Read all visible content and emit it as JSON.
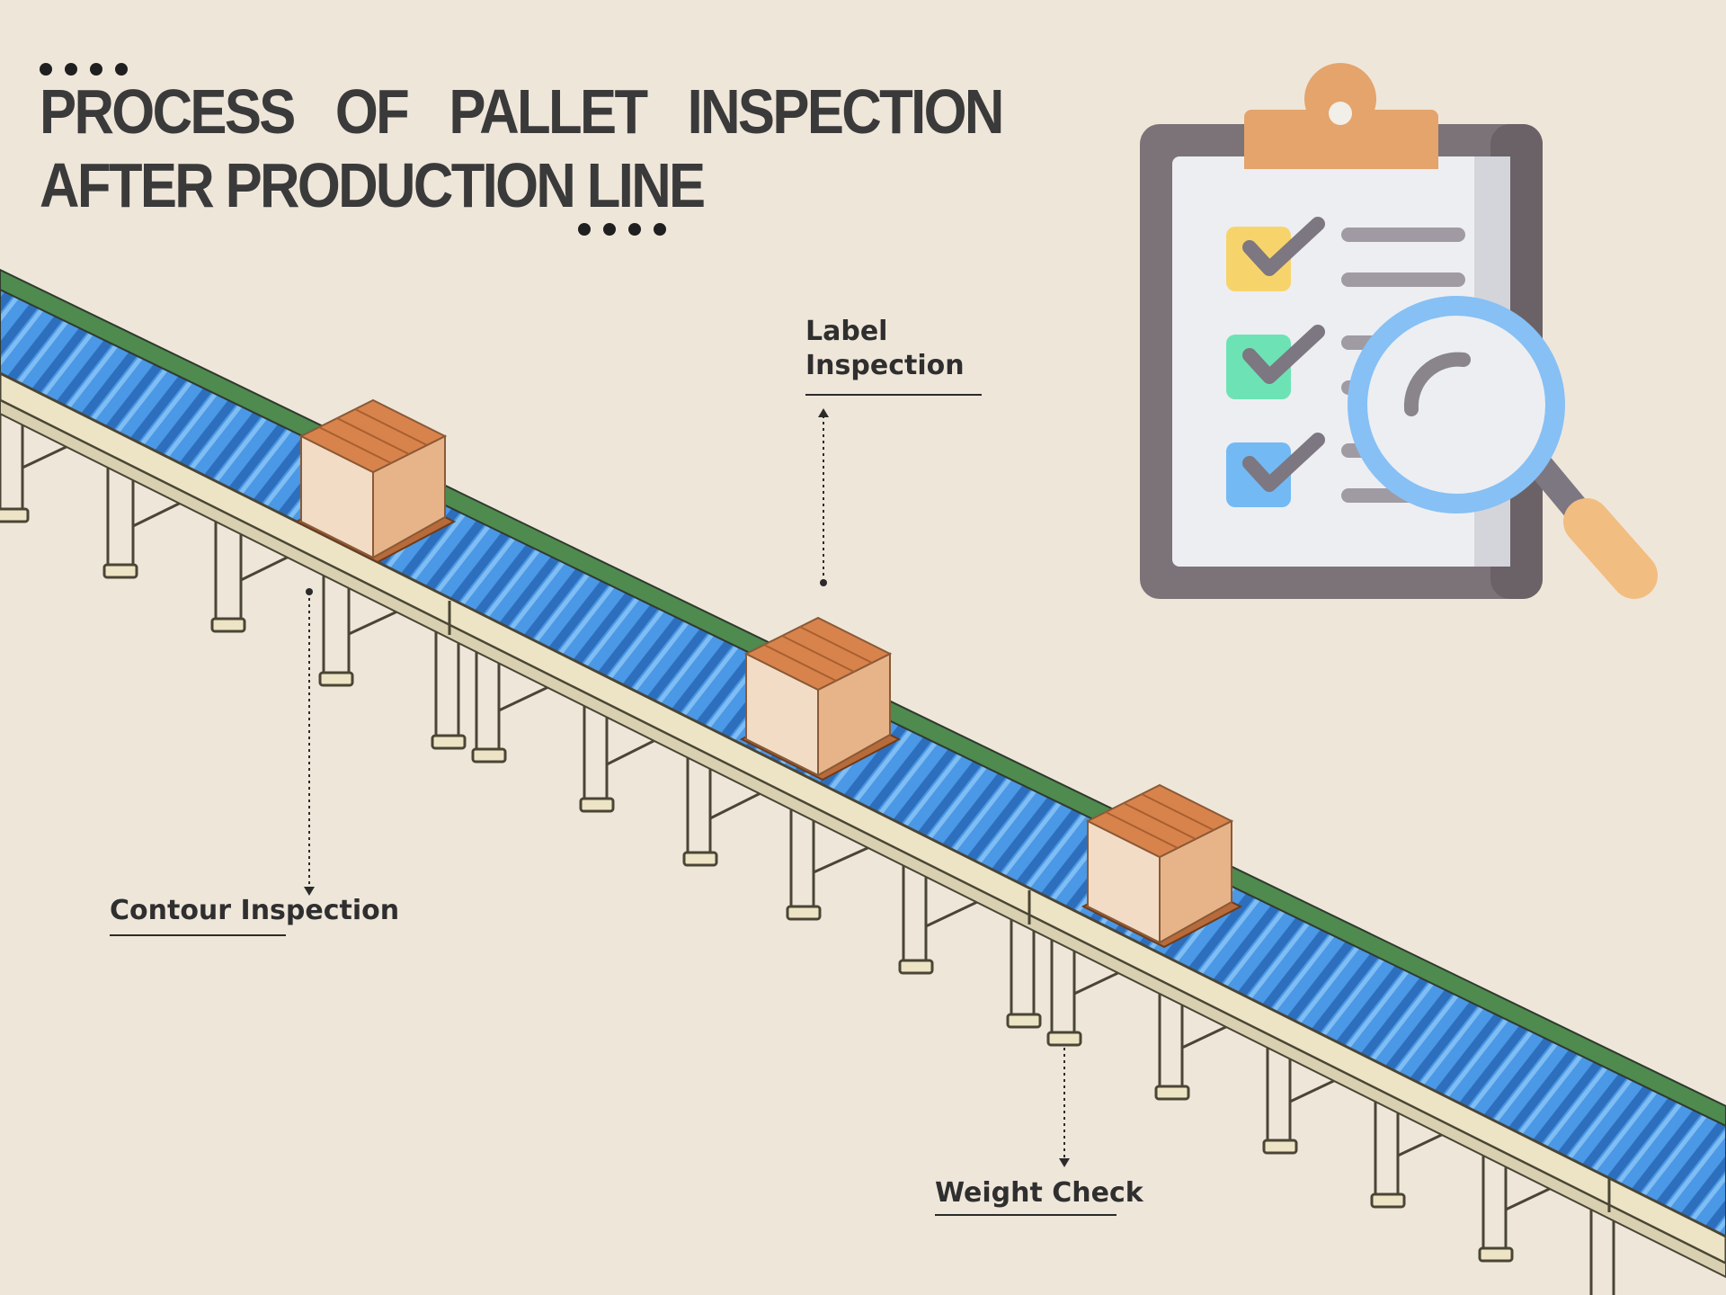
{
  "title": {
    "line1": "PROCESS OF PALLET INSPECTION",
    "line2": "AFTER PRODUCTION LINE"
  },
  "callouts": {
    "label_inspection_line1": "Label",
    "label_inspection_line2": "Inspection",
    "contour_inspection": "Contour Inspection",
    "weight_check": "Weight Check"
  },
  "icons": {
    "clipboard": "clipboard-checklist-icon",
    "magnifier": "magnifying-glass-icon",
    "pallet": "wrapped-pallet-icon"
  },
  "colors": {
    "background": "#efe6da",
    "title": "#3a3a3a",
    "rollers": "#4a98e6",
    "belt": "#4f8a4f",
    "rail": "#ece4c4",
    "boxes": "#d8834c",
    "check_yellow": "#f7d46b",
    "check_green": "#6de3b5",
    "check_blue": "#73b9f4",
    "magnifier": "#86c0f5"
  }
}
